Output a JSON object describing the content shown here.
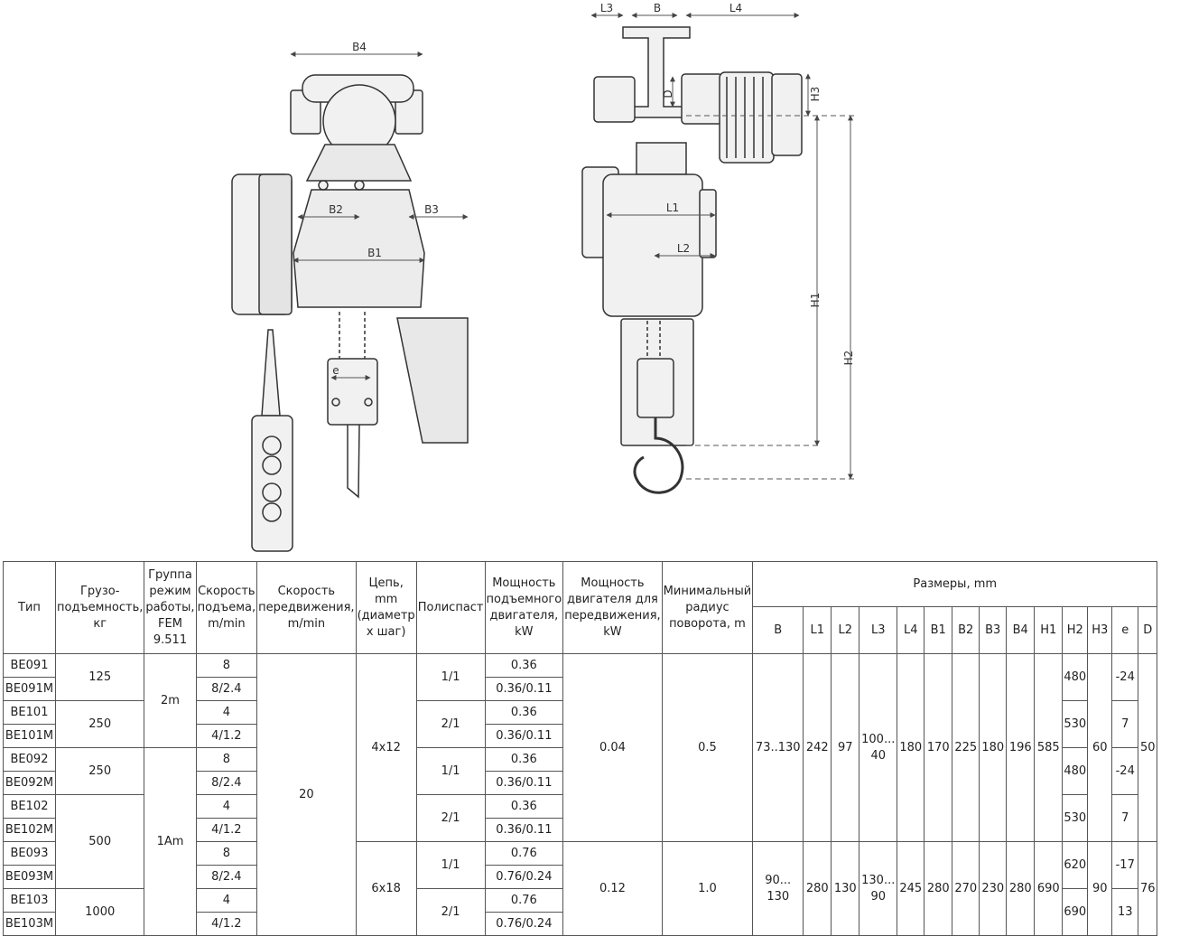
{
  "drawing": {
    "front_labels": [
      "B4",
      "B2",
      "B3",
      "B1",
      "e"
    ],
    "side_labels": [
      "L3",
      "B",
      "L4",
      "D",
      "H3",
      "L1",
      "L2",
      "H1",
      "H2"
    ]
  },
  "table": {
    "headers": {
      "type": "Тип",
      "capacity": "Грузо-\nподъемность,\nкг",
      "group": "Группа\nрежим\nработы,\nFEM\n9.511",
      "lift_speed": "Скорость\nподъема,\nm/min",
      "travel_speed": "Скорость\nпередвижения,\nm/min",
      "chain": "Цепь,\nmm\n(диаметр\nх шаг)",
      "reeving": "Полиспаст",
      "lift_power": "Мощность\nподъемного\nдвигателя,\nkW",
      "travel_power": "Мощность\nдвигателя для\nпередвижения,\nkW",
      "radius": "Минимальный\nрадиус\nповорота, m",
      "dimensions": "Размеры, mm",
      "dims": [
        "B",
        "L1",
        "L2",
        "L3",
        "L4",
        "B1",
        "B2",
        "B3",
        "B4",
        "H1",
        "H2",
        "H3",
        "e",
        "D"
      ]
    },
    "types": [
      "BE091",
      "BE091M",
      "BE101",
      "BE101M",
      "BE092",
      "BE092M",
      "BE102",
      "BE102M",
      "BE093",
      "BE093M",
      "BE103",
      "BE103M"
    ],
    "lift_speeds": [
      "8",
      "8/2.4",
      "4",
      "4/1.2",
      "8",
      "8/2.4",
      "4",
      "4/1.2",
      "8",
      "8/2.4",
      "4",
      "4/1.2"
    ],
    "lift_powers": [
      "0.36",
      "0.36/0.11",
      "0.36",
      "0.36/0.11",
      "0.36",
      "0.36/0.11",
      "0.36",
      "0.36/0.11",
      "0.76",
      "0.76/0.24",
      "0.76",
      "0.76/0.24"
    ],
    "capacity": [
      "125",
      "250",
      "250",
      "500",
      "1000"
    ],
    "group": [
      "2m",
      "1Am"
    ],
    "travel_speed": "20",
    "chain": [
      "4x12",
      "6x18"
    ],
    "reeving": [
      "1/1",
      "2/1",
      "1/1",
      "2/1",
      "1/1",
      "2/1"
    ],
    "travel_power": [
      "0.04",
      "0.12"
    ],
    "radius": [
      "0.5",
      "1.0"
    ],
    "g1": {
      "B": "73..130",
      "L1": "242",
      "L2": "97",
      "L3": "100...\n40",
      "L4": "180",
      "B1": "170",
      "B2": "225",
      "B3": "180",
      "B4": "196",
      "H1": "585",
      "H3": "60",
      "D": "50"
    },
    "g2": {
      "B": "90...\n130",
      "L1": "280",
      "L2": "130",
      "L3": "130...\n90",
      "L4": "245",
      "B1": "280",
      "B2": "270",
      "B3": "230",
      "B4": "280",
      "H1": "690",
      "H3": "90",
      "D": "76"
    },
    "h2": [
      "480",
      "530",
      "480",
      "530",
      "620",
      "690"
    ],
    "e": [
      "-24",
      "7",
      "-24",
      "7",
      "-17",
      "13"
    ]
  }
}
